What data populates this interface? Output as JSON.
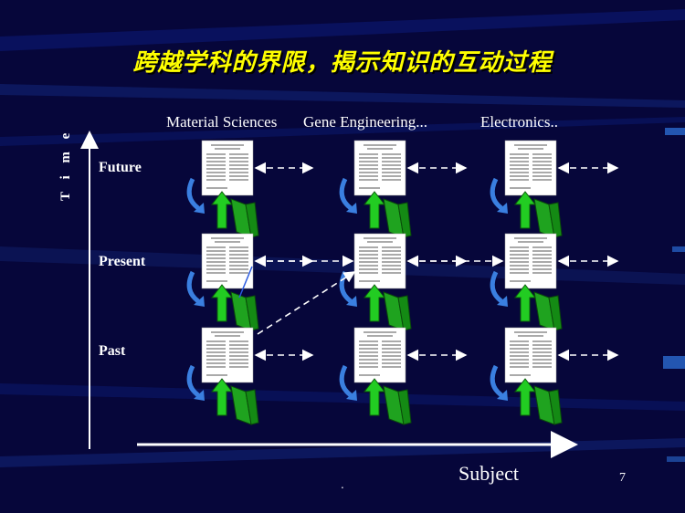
{
  "slide": {
    "title": "跨越学科的界限，揭示知识的互动过程",
    "page_number": "7",
    "footer_dot": "."
  },
  "axes": {
    "y_label": "T i m e",
    "x_label": "Subject"
  },
  "columns": [
    {
      "label": "Material Sciences"
    },
    {
      "label": "Gene Engineering..."
    },
    {
      "label": "Electronics.."
    }
  ],
  "rows": [
    {
      "label": "Future"
    },
    {
      "label": "Present"
    },
    {
      "label": "Past"
    }
  ],
  "colors": {
    "background": "#06063a",
    "title": "#ffff00",
    "arrow_green": "#22cc22",
    "arrow_blue": "#3a7fe0",
    "dashed": "#ffffff",
    "bg_stripe": "#1a3aa0"
  },
  "icons": {
    "paper": "paper-document-icon",
    "book": "green-book-icon",
    "up": "green-up-arrow-icon",
    "curve": "blue-curved-arrow-icon"
  }
}
